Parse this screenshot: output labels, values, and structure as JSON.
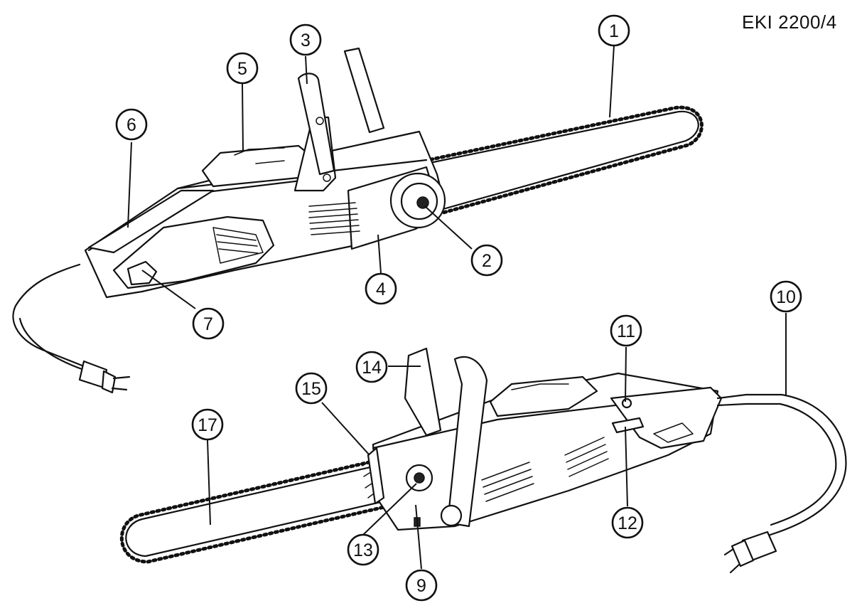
{
  "model_label": "EKI 2200/4",
  "callouts": [
    "1",
    "2",
    "3",
    "4",
    "5",
    "6",
    "7",
    "9",
    "10",
    "11",
    "12",
    "13",
    "14",
    "15",
    "17"
  ]
}
